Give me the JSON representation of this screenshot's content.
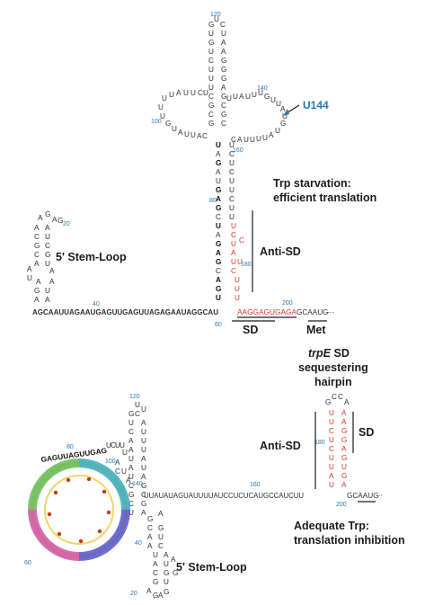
{
  "top_panel": {
    "label_state": [
      "Trp starvation:",
      "efficient translation"
    ],
    "label_antisd": "Anti-SD",
    "label_stemloop": "5' Stem-Loop",
    "label_mutation": "U144",
    "label_sd": "SD",
    "label_met": "Met",
    "numbers": [
      "120",
      "140",
      "100",
      "160",
      "80",
      "180",
      "20",
      "40",
      "60",
      "200"
    ],
    "baseline_seq": "AGCAAUUAGAAUGAGUUGAGUUAGAGAAUAGGCAU",
    "sd_seq": "AAGGAGUGAGA",
    "tail_seq": "GCAAUG",
    "ellipsis": "···",
    "loop_top": "UUAUUCUAUUUAUUUGUU",
    "loop_bottom": "GUAUUACAUUUUAUUGUAAUG"
  },
  "bottom_panel": {
    "label_trpe": "trpE",
    "label_sd_suffix": "SD",
    "label_sequester": [
      "sequestering",
      "hairpin"
    ],
    "label_antisd": "Anti-SD",
    "label_sd": "SD",
    "label_state": [
      "Adequate Trp:",
      "translation inhibition"
    ],
    "label_stemloop": "5' Stem-Loop",
    "numbers": [
      "120",
      "80",
      "100",
      "140",
      "160",
      "180",
      "200",
      "40",
      "60",
      "20"
    ],
    "baseline_seq": "UUAUAUAGUAUUUUAUCCUCUCAUGCCAUCUU",
    "tail_seq": "GCAAUG",
    "ellipsis": "···",
    "hairpin_loop": "GCCA",
    "ring_bold": "GAGUUAGUUGAG"
  },
  "colors": {
    "accent_blue": "#2a78b4",
    "sd_red": "#d9362b",
    "text": "#1b1b1b"
  }
}
